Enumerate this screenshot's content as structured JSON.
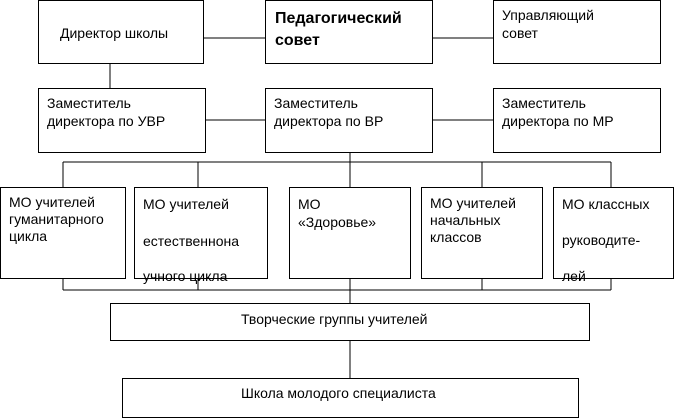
{
  "director": "Директор школы",
  "council": {
    "line1": "Педагогический",
    "line2": "совет"
  },
  "board": {
    "line1": "Управляющий",
    "line2": "совет"
  },
  "deputy_uvr": {
    "line1": "Заместитель",
    "line2": "директора по УВР"
  },
  "deputy_vr": {
    "line1": "Заместитель",
    "line2": "директора по ВР"
  },
  "deputy_mr": {
    "line1": "Заместитель",
    "line2": "директора по МР"
  },
  "mo_humanities": {
    "line1": "МО учителей",
    "line2": "гуманитарного",
    "line3": "цикла"
  },
  "mo_science": {
    "line1": "МО учителей",
    "line2": "естественнона",
    "line3": "учного цикла"
  },
  "mo_health": {
    "line1": "МО",
    "line2": "«Здоровье»"
  },
  "mo_primary": {
    "line1": "МО учителей",
    "line2": "начальных",
    "line3": "классов"
  },
  "mo_class": {
    "line1": "МО классных",
    "line2": "руководите-",
    "line3": "лей"
  },
  "creative_groups": "Творческие группы учителей",
  "young_specialist": "Школа молодого специалиста"
}
